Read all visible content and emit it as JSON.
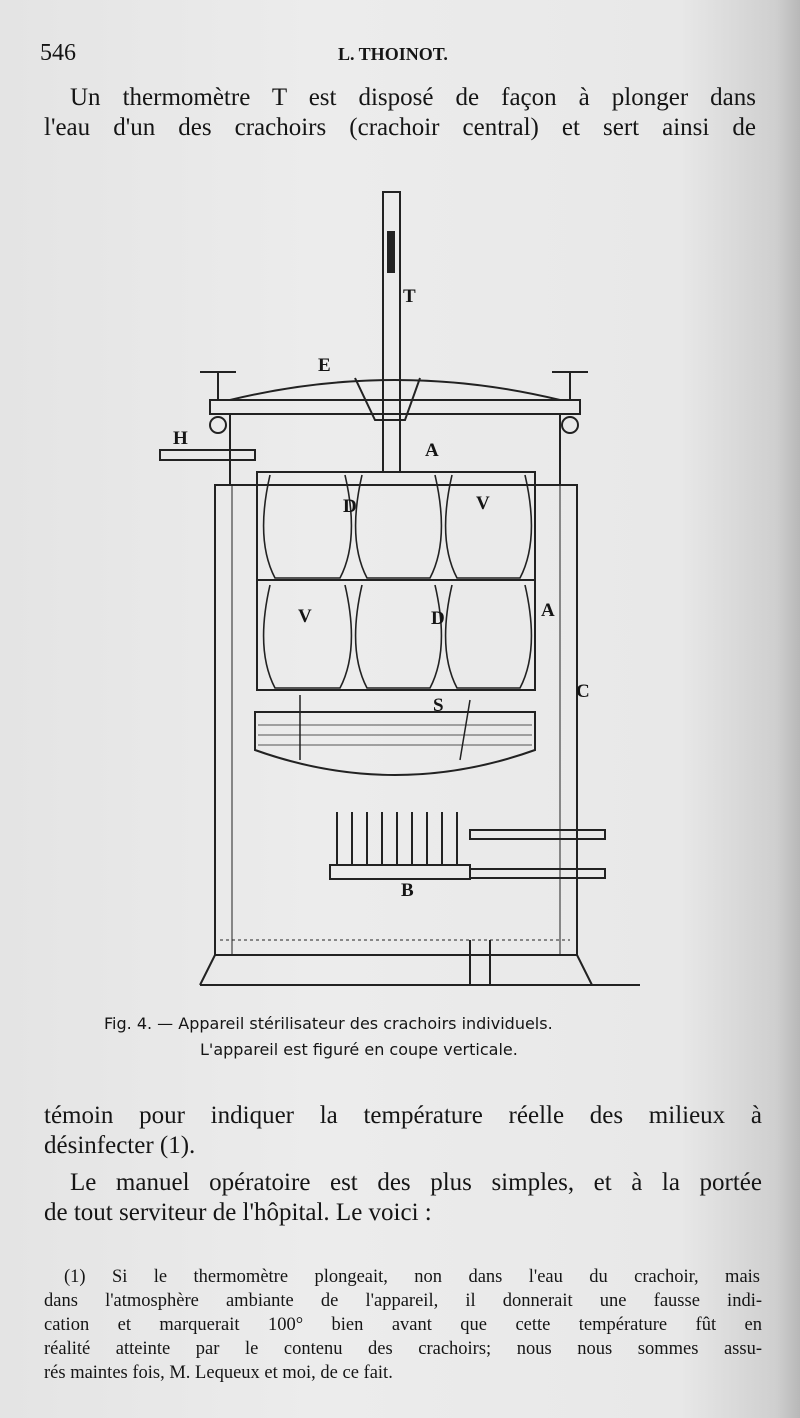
{
  "header": {
    "page_number": "546",
    "running_title": "L. THOINOT."
  },
  "paragraph_top": [
    "Un thermomètre T est disposé de façon à plonger dans",
    "l'eau d'un des crachoirs (crachoir central) et sert ainsi de"
  ],
  "figure": {
    "labels": {
      "T": "T",
      "E": "E",
      "H": "H",
      "A1": "A",
      "D1": "D",
      "V1": "V",
      "A2": "A",
      "V2": "V",
      "D2": "D",
      "C": "C",
      "S": "S",
      "B": "B"
    },
    "caption_line1": "Fig. 4. — Appareil stérilisateur des crachoirs individuels.",
    "caption_line2": "L'appareil est figuré en coupe verticale."
  },
  "paragraph_after": [
    "témoin pour indiquer la température réelle des milieux à",
    "désinfecter (1)."
  ],
  "paragraph_last": [
    "Le manuel opératoire est des plus simples, et à la portée",
    "de tout serviteur de l'hôpital. Le voici :"
  ],
  "footnote": [
    "(1) Si le thermomètre plongeait, non dans l'eau du crachoir, mais",
    "dans l'atmosphère ambiante de l'appareil, il donnerait une fausse indi-",
    "cation et marquerait 100° bien avant que cette température fût en",
    "réalité atteinte par le contenu des crachoirs; nous nous sommes assu-",
    "rés maintes fois, M. Lequeux et moi, de ce fait."
  ]
}
